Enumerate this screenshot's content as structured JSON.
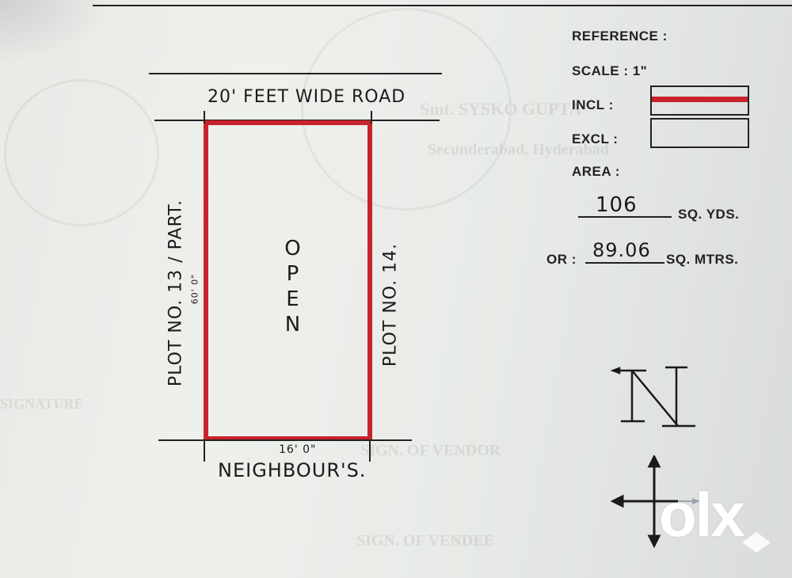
{
  "document": {
    "type": "Site plan / plot layout sketch",
    "reference_panel": {
      "reference_label": "REFERENCE :",
      "scale_label": "SCALE : 1\"",
      "incl_label": "INCL :",
      "excl_label": "EXCL :",
      "area_label": "AREA :",
      "area_sq_yds_value": "106",
      "area_sq_yds_unit": "SQ. YDS.",
      "or_label": "OR :",
      "area_sq_mtrs_value": "89.06",
      "area_sq_mtrs_unit": "SQ. MTRS."
    },
    "plot": {
      "north_boundary": "20' FEET WIDE ROAD",
      "south_boundary": "NEIGHBOUR'S.",
      "south_dimension": "16' 0\"",
      "west_boundary": "PLOT NO. 13 / PART.",
      "west_dimension": "60' 0\"",
      "east_boundary": "PLOT NO. 14.",
      "center_label": [
        "O",
        "P",
        "E",
        "N"
      ],
      "boundary_color": "#c8232b"
    },
    "north_arrow": {
      "letter": "N"
    },
    "watermark": {
      "text": "olx"
    },
    "faint_background_text": [
      "SIGN. OF VENDOR",
      "SIGN. OF VENDEE",
      "SIGNATURE"
    ]
  }
}
